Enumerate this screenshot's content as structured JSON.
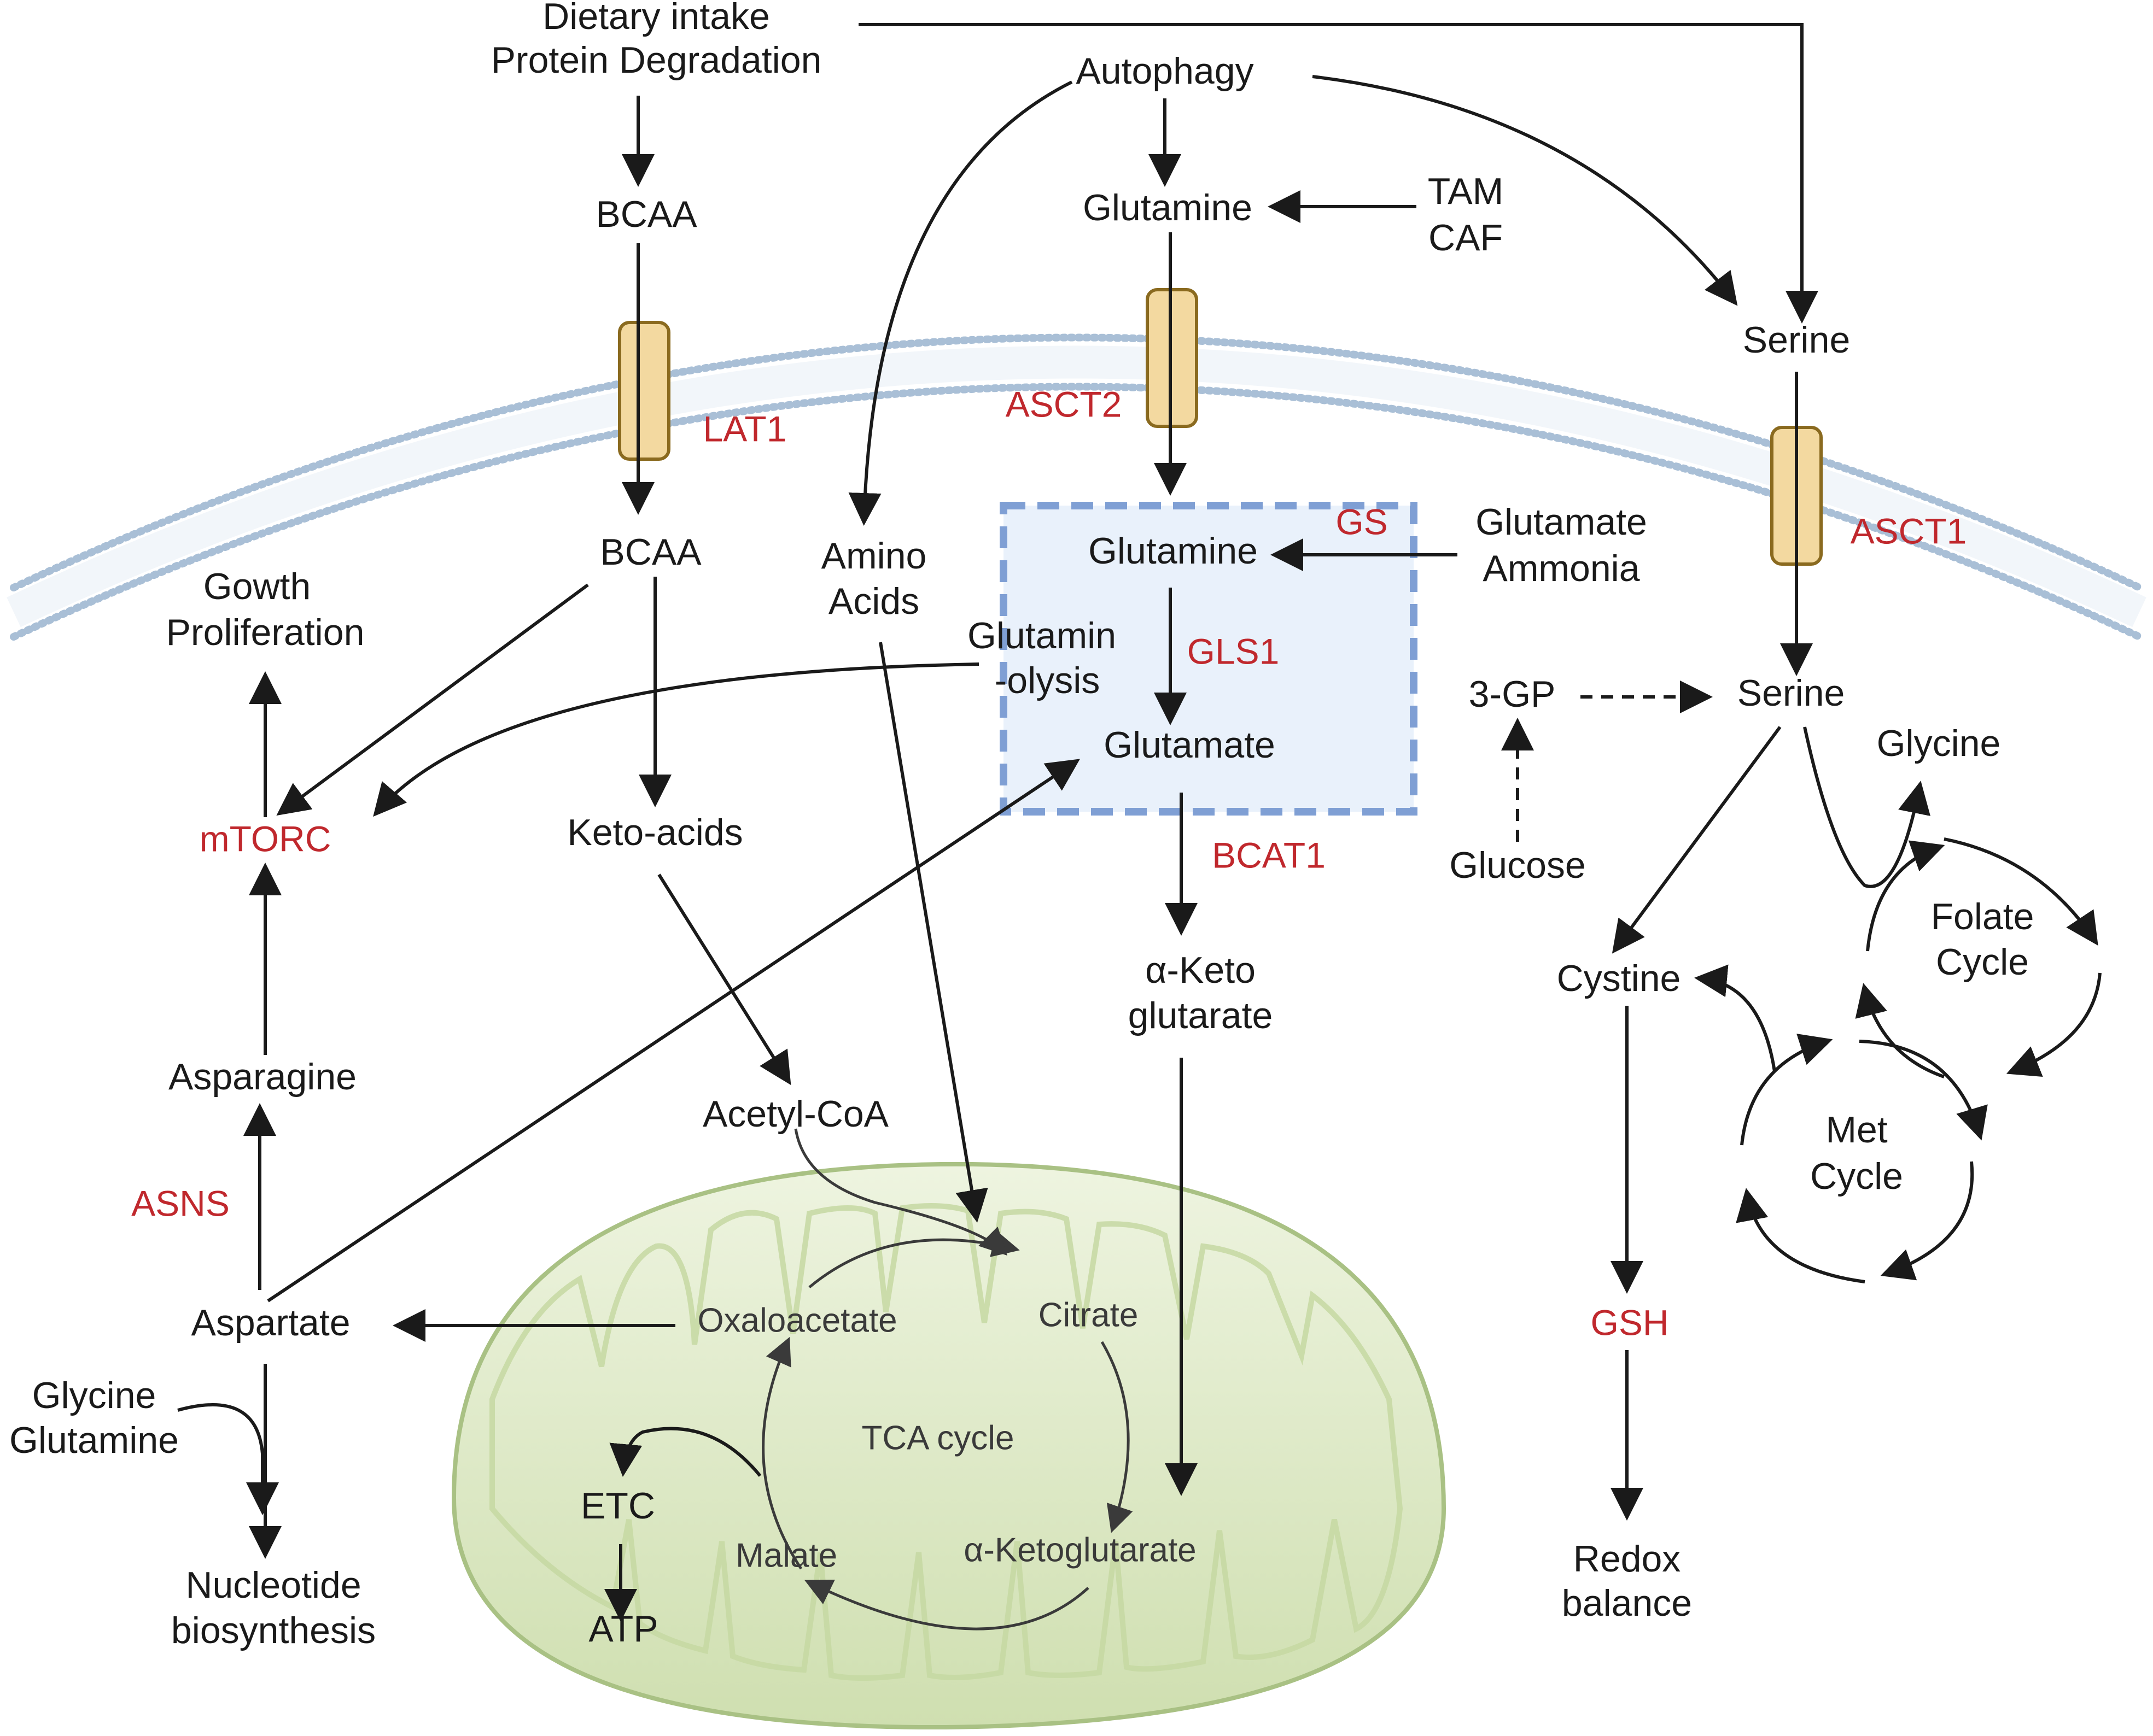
{
  "labels": {
    "dietary": "Dietary intake",
    "protein_degradation": "Protein Degradation",
    "autophagy": "Autophagy",
    "bcaa_out": "BCAA",
    "glutamine_out": "Glutamine",
    "tam": "TAM",
    "caf": "CAF",
    "serine_out": "Serine",
    "bcaa_in": "BCAA",
    "amino": "Amino",
    "acids": "Acids",
    "glutamine_in": "Glutamine",
    "glutamate_src": "Glutamate",
    "ammonia": "Ammonia",
    "growth": "Gowth",
    "proliferation": "Proliferation",
    "glutaminolysis_1": "Glutamin",
    "glutaminolysis_2": "-olysis",
    "glutamate": "Glutamate",
    "three_gp": "3-GP",
    "serine_in": "Serine",
    "glycine_right": "Glycine",
    "keto_acids": "Keto-acids",
    "glucose": "Glucose",
    "folate_1": "Folate",
    "folate_2": "Cycle",
    "cystine": "Cystine",
    "akg_1": "α-Keto",
    "akg_2": "glutarate",
    "asparagine": "Asparagine",
    "acetyl_coa": "Acetyl-CoA",
    "met_1": "Met",
    "met_2": "Cycle",
    "aspartate": "Aspartate",
    "glycine_left": "Glycine",
    "glutamine_left": "Glutamine",
    "nucleotide": "Nucleotide",
    "biosynthesis": "biosynthesis",
    "redox": "Redox",
    "balance": "balance",
    "etc": "ETC",
    "atp": "ATP"
  },
  "enzymes": {
    "lat1": "LAT1",
    "asct2": "ASCT2",
    "asct1": "ASCT1",
    "gs": "GS",
    "gls1": "GLS1",
    "bcat1": "BCAT1",
    "mtorc": "mTORC",
    "asns": "ASNS",
    "gsh": "GSH"
  },
  "mitochondrion": {
    "oxaloacetate": "Oxaloacetate",
    "citrate": "Citrate",
    "tca_cycle": "TCA cycle",
    "malate": "Malate",
    "a_ketoglutarate": "α-Ketoglutarate"
  },
  "colors": {
    "enzyme": "#c0282d",
    "membrane": "#a9bfd6",
    "transporter_fill": "#f3d9a0",
    "transporter_stroke": "#8a6a1f",
    "mito_fill": "#dfe9c8",
    "mito_stroke": "#a9c184",
    "gs_box_fill": "#e9f1fb",
    "gs_box_stroke": "#7f9fd4"
  }
}
